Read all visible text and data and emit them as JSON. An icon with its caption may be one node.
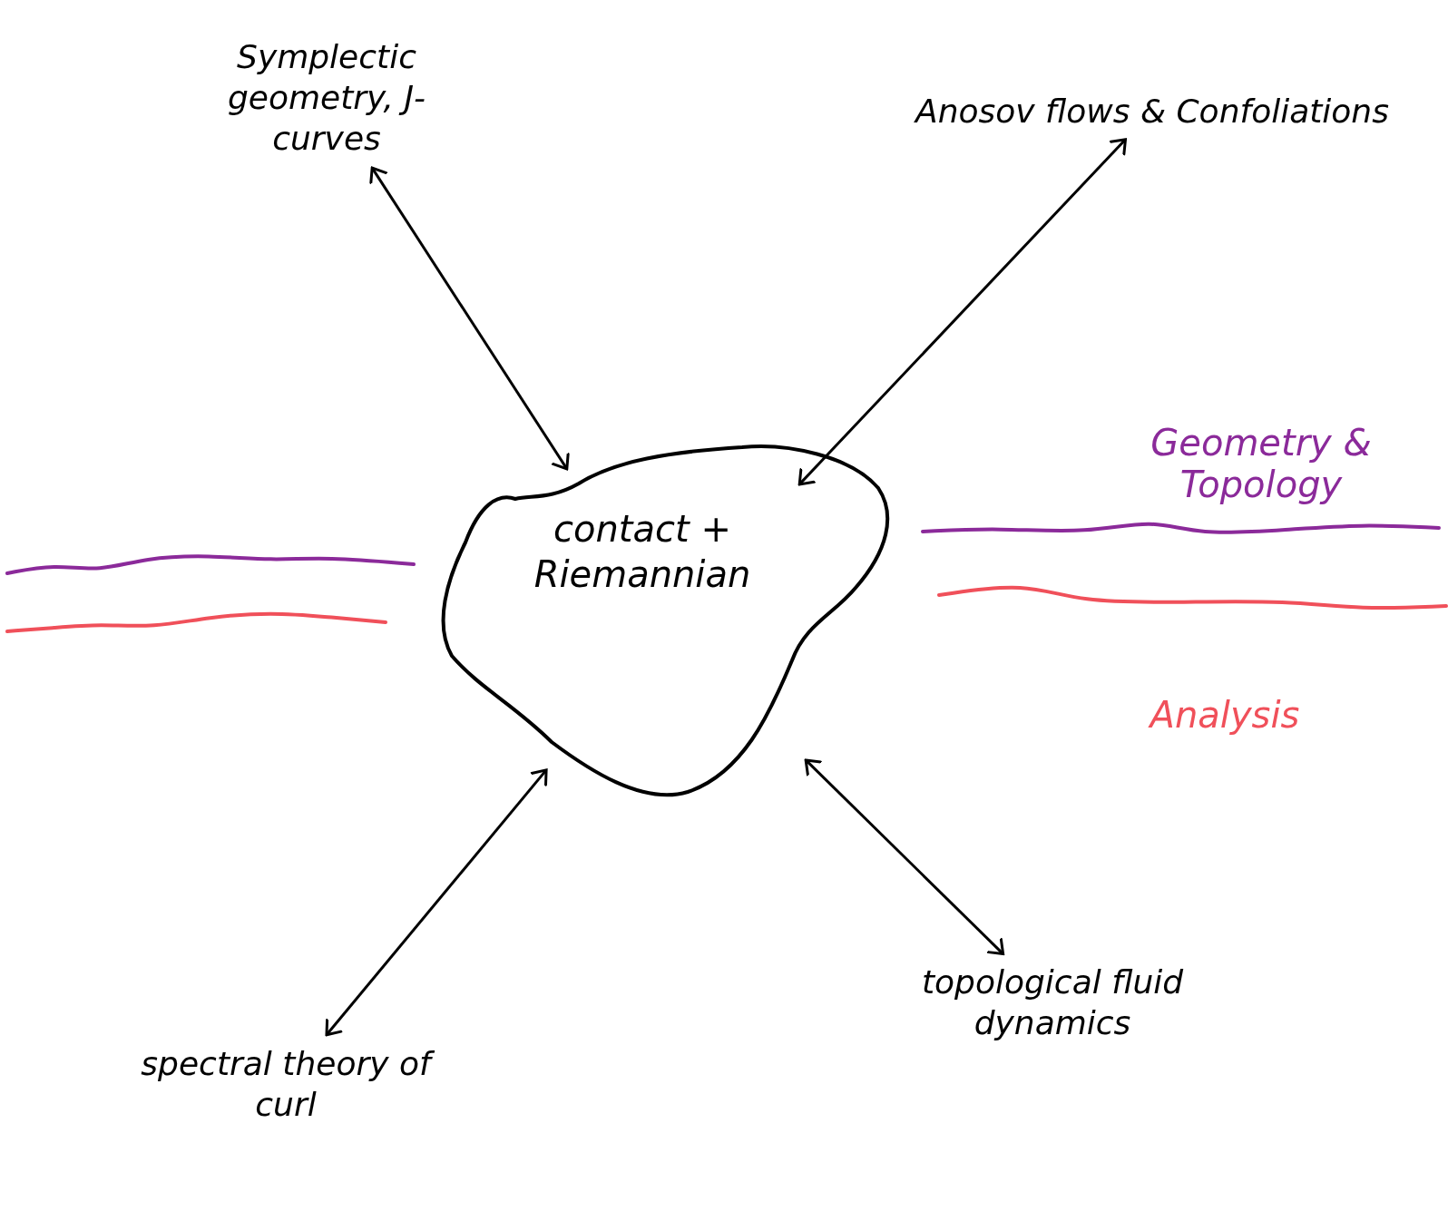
{
  "diagram": {
    "nodes": [
      {
        "text": [
          "contact + Riemannian"
        ]
      },
      {
        "text": [
          "Symplectic geometry, J- curves"
        ]
      },
      {
        "text": [
          "Anosov flows & Confoliations"
        ]
      },
      {
        "text": [
          "spectral theory of curl"
        ]
      },
      {
        "text": [
          "topological fluid dynamics"
        ]
      }
    ],
    "edges": [
      {
        "from": 1,
        "to": 0,
        "arrow": "both"
      },
      {
        "from": 2,
        "to": 0,
        "arrow": "both"
      },
      {
        "from": 3,
        "to": 0,
        "arrow": "both"
      },
      {
        "from": 4,
        "to": 0,
        "arrow": "both"
      }
    ],
    "labels": [
      "Geometry & Topology",
      "Analysis"
    ]
  }
}
